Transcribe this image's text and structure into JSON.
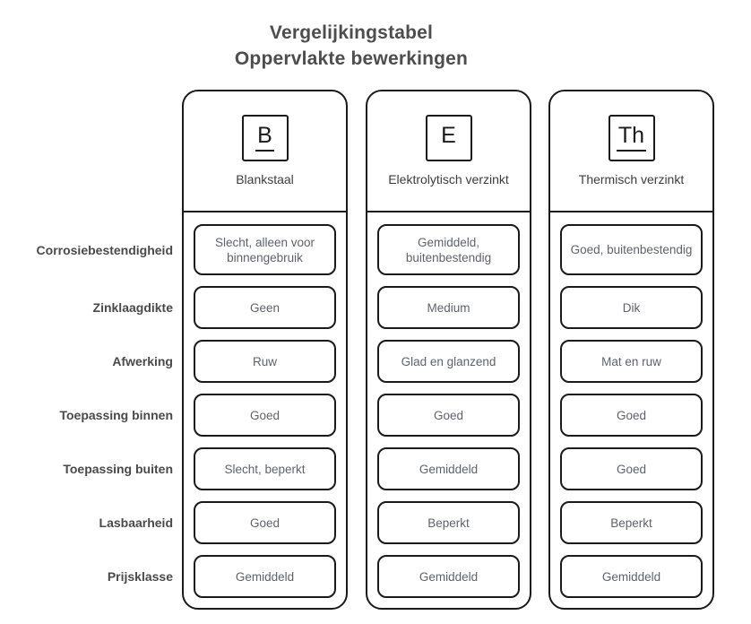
{
  "title": {
    "line1": "Vergelijkingstabel",
    "line2": "Oppervlakte bewerkingen"
  },
  "row_labels": [
    "Corrosiebestendigheid",
    "Zinklaagdikte",
    "Afwerking",
    "Toepassing binnen",
    "Toepassing buiten",
    "Lasbaarheid",
    "Prijsklasse"
  ],
  "columns": [
    {
      "symbol": "B",
      "symbol_underlined": true,
      "name": "Blankstaal",
      "values": [
        "Slecht, alleen voor binnengebruik",
        "Geen",
        "Ruw",
        "Goed",
        "Slecht, beperkt",
        "Goed",
        "Gemiddeld"
      ]
    },
    {
      "symbol": "E",
      "symbol_underlined": false,
      "name": "Elektrolytisch verzinkt",
      "values": [
        "Gemiddeld, buitenbestendig",
        "Medium",
        "Glad en glanzend",
        "Goed",
        "Gemiddeld",
        "Beperkt",
        "Gemiddeld"
      ]
    },
    {
      "symbol": "Th",
      "symbol_underlined": true,
      "name": "Thermisch verzinkt",
      "values": [
        "Goed, buitenbestendig",
        "Dik",
        "Mat en ruw",
        "Goed",
        "Goed",
        "Beperkt",
        "Gemiddeld"
      ]
    }
  ],
  "colors": {
    "background": "#ffffff",
    "border": "#1a1a1a",
    "title_text": "#4d4d4d",
    "row_label_text": "#4a4a4a",
    "cell_text": "#5f6368"
  }
}
